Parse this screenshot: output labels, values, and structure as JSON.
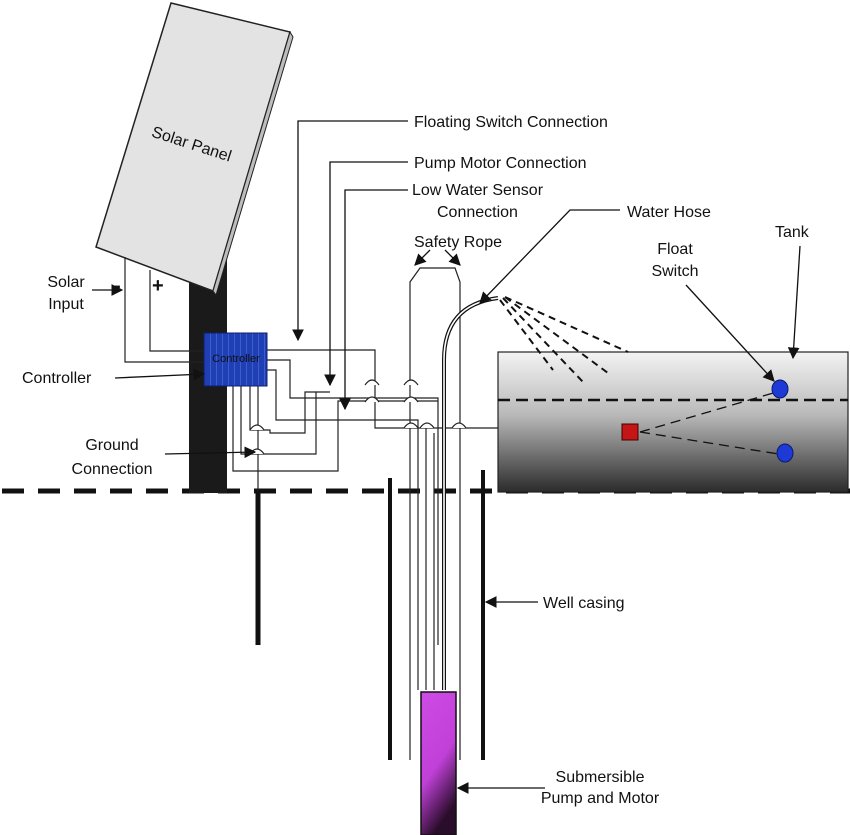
{
  "labels": {
    "solar_panel": "Solar Panel",
    "solar_input_1": "Solar",
    "solar_input_2": "Input",
    "minus": "-",
    "plus": "+",
    "controller_box": "Controller",
    "controller": "Controller",
    "ground_1": "Ground",
    "ground_2": "Connection",
    "floating_switch": "Floating Switch Connection",
    "pump_motor": "Pump Motor Connection",
    "low_water_1": "Low Water Sensor",
    "low_water_2": "Connection",
    "safety_rope": "Safety Rope",
    "water_hose": "Water Hose",
    "float_switch_1": "Float",
    "float_switch_2": "Switch",
    "tank": "Tank",
    "well_casing": "Well casing",
    "pump_1": "Submersible",
    "pump_2": "Pump and Motor"
  },
  "colors": {
    "controller": "#1f3fb5",
    "float": "#1d3ad6",
    "sensor_box": "#c41616",
    "pump_top": "#cf4ce6",
    "pump_bottom": "#2a0d2a",
    "pole": "#1a1a1a",
    "panel": "#e3e3e3"
  }
}
